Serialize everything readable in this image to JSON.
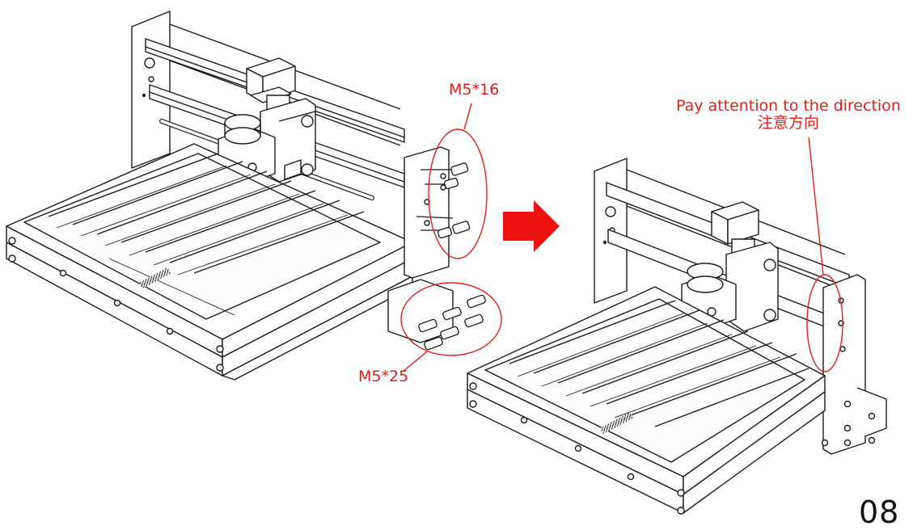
{
  "callouts": {
    "bolt_m5_16": "M5*16",
    "bolt_m5_25": "M5*25",
    "direction_en": "Pay attention to the direction",
    "direction_zh": "注意方向"
  },
  "page_number": "08",
  "colors": {
    "annotation": "#e0201c",
    "line_art": "#1a1a1a",
    "background": "#ffffff"
  },
  "icons": {
    "step_arrow": "arrow-right-icon"
  }
}
